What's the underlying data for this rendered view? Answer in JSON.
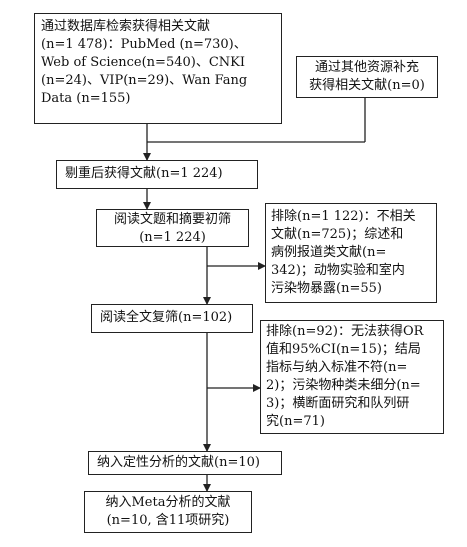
{
  "boxes": {
    "databases": {
      "lines": [
        "通过数据库检索获得相关文献",
        "(n=1 478)：PubMed (n=730)、",
        "Web of Science(n=540)、CNKI",
        "(n=24)、VIP(n=29)、Wan Fang",
        "Data (n=155)"
      ]
    },
    "other_sources": {
      "lines": [
        "通过其他资源补充",
        "获得相关文献(n=0)"
      ]
    },
    "deduplicated": {
      "lines": [
        "剔重后获得文献(n=1 224)"
      ]
    },
    "screened": {
      "lines": [
        "阅读文题和摘要初筛",
        "(n=1 224)"
      ]
    },
    "excluded_1": {
      "lines": [
        "排除(n=1 122)：不相关",
        "文献(n=725)；综述和",
        "病例报道类文献(n=",
        "342)；动物实验和室内",
        "污染物暴露(n=55)"
      ]
    },
    "fulltext": {
      "lines": [
        "阅读全文复筛(n=102)"
      ]
    },
    "excluded_2": {
      "lines": [
        "排除(n=92)：无法获得OR",
        "值和95%CI(n=15)；结局",
        "指标与纳入标准不符(n=",
        "2)；污染物种类未细分(n=",
        "3)；横断面研究和队列研",
        "究(n=71)"
      ]
    },
    "qualitative": {
      "lines": [
        "纳入定性分析的文献(n=10)"
      ]
    },
    "meta": {
      "lines": [
        "纳入Meta分析的文献",
        "(n=10, 含11项研究)"
      ]
    }
  }
}
